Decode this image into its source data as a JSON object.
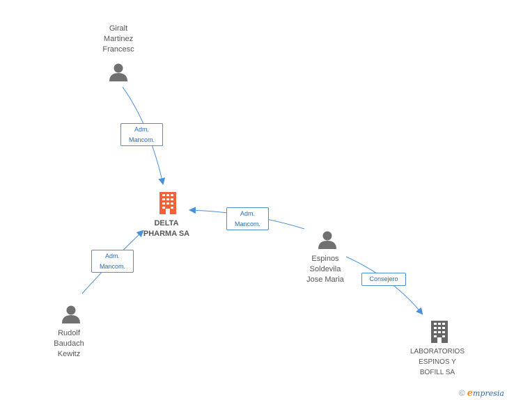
{
  "nodes": {
    "giralt": {
      "line1": "Giralt",
      "line2": "Martinez",
      "line3": "Francesc",
      "icon": "person-icon"
    },
    "delta": {
      "line1": "DELTA",
      "line2": "PHARMA SA",
      "icon": "building-icon",
      "color": "#f0623a"
    },
    "espinos": {
      "line1": "Espinos",
      "line2": "Soldevila",
      "line3": "Jose Maria",
      "icon": "person-icon"
    },
    "rudolf": {
      "line1": "Rudolf",
      "line2": "Baudach",
      "line3": "Kewitz",
      "icon": "person-icon"
    },
    "laboratorios": {
      "line1": "LABORATORIOS",
      "line2": "ESPINOS Y",
      "line3": "BOFILL SA",
      "icon": "building-icon",
      "color": "#666666"
    }
  },
  "edges": {
    "giralt_delta": {
      "line1": "Adm.",
      "line2": "Mancom."
    },
    "espinos_delta": {
      "line1": "Adm.",
      "line2": "Mancom."
    },
    "rudolf_delta": {
      "line1": "Adm.",
      "line2": "Mancom."
    },
    "espinos_lab": {
      "line1": "Consejero"
    }
  },
  "colors": {
    "edge": "#4a90d9",
    "person": "#707070"
  },
  "footer": {
    "copyright": "©",
    "brand_initial": "e",
    "brand_rest": "mpresia"
  }
}
